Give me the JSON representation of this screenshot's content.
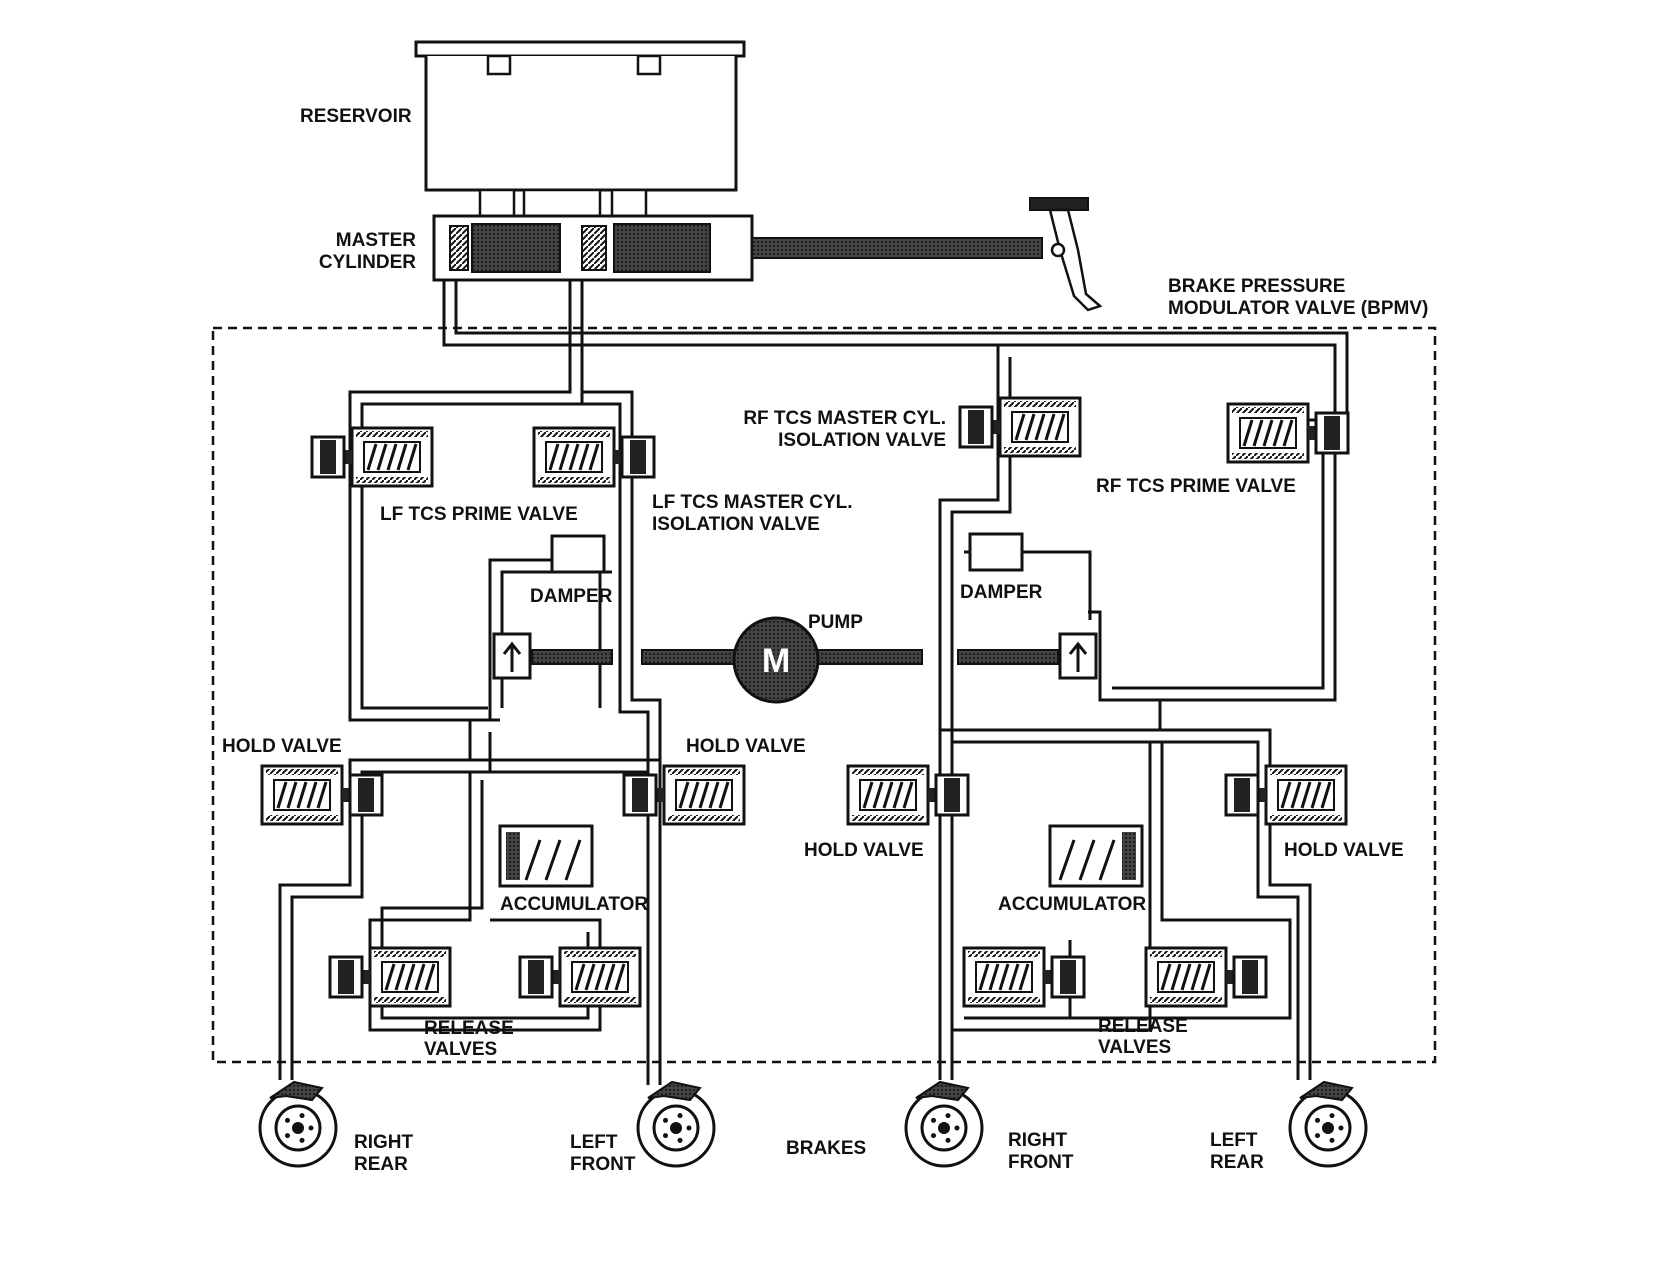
{
  "labels": {
    "reservoir": "RESERVOIR",
    "master_cylinder": [
      "MASTER",
      "CYLINDER"
    ],
    "bpmv": [
      "BRAKE PRESSURE",
      "MODULATOR VALVE (BPMV)"
    ],
    "rf_iso": [
      "RF TCS MASTER CYL.",
      "ISOLATION VALVE"
    ],
    "rf_prime": "RF TCS PRIME VALVE",
    "lf_prime": "LF TCS PRIME VALVE",
    "lf_iso": [
      "LF TCS MASTER CYL.",
      "ISOLATION VALVE"
    ],
    "damper_left": "DAMPER",
    "damper_right": "DAMPER",
    "pump": "PUMP",
    "pump_motor": "M",
    "hold_valve_1": "HOLD VALVE",
    "hold_valve_2": "HOLD VALVE",
    "hold_valve_3": "HOLD VALVE",
    "hold_valve_4": "HOLD VALVE",
    "accumulator_left": "ACCUMULATOR",
    "accumulator_right": "ACCUMULATOR",
    "release_left": [
      "RELEASE",
      "VALVES"
    ],
    "release_right": [
      "RELEASE",
      "VALVES"
    ],
    "right_rear": [
      "RIGHT",
      "REAR"
    ],
    "left_front": [
      "LEFT",
      "FRONT"
    ],
    "brakes": "BRAKES",
    "right_front": [
      "RIGHT",
      "FRONT"
    ],
    "left_rear": [
      "LEFT",
      "REAR"
    ]
  }
}
